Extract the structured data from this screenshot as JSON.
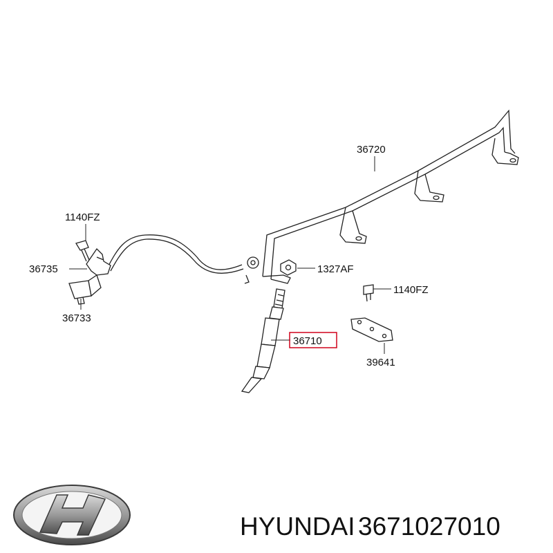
{
  "diagram": {
    "labels": {
      "harness": "36720",
      "bolt_top_left": "1140FZ",
      "bracket": "36735",
      "connector": "36733",
      "nut": "1327AF",
      "bolt_right": "1140FZ",
      "glow_plug": "36710",
      "plate": "39641"
    },
    "highlight_color": "#d0021b"
  },
  "footer": {
    "brand": "HYUNDAI",
    "part_number": "3671027010"
  }
}
